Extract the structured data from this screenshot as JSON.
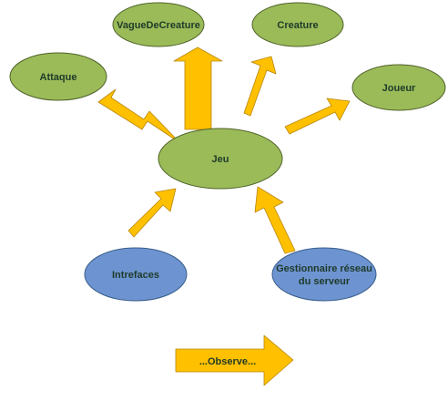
{
  "diagram": {
    "colors": {
      "green_fill": "#9bbb59",
      "green_stroke": "#4f6228",
      "blue_fill": "#6d94d1",
      "blue_stroke": "#385d8a",
      "arrow_fill": "#ffc000",
      "arrow_stroke": "#b8860b"
    },
    "nodes": {
      "vague": "VagueDeCreature",
      "creature": "Creature",
      "attaque": "Attaque",
      "joueur": "Joueur",
      "jeu": "Jeu",
      "interfaces": "Intrefaces",
      "gestionnaire_line1": "Gestionnaire réseau",
      "gestionnaire_line2": "du serveur"
    },
    "legend": {
      "label": "...Observe..."
    }
  }
}
